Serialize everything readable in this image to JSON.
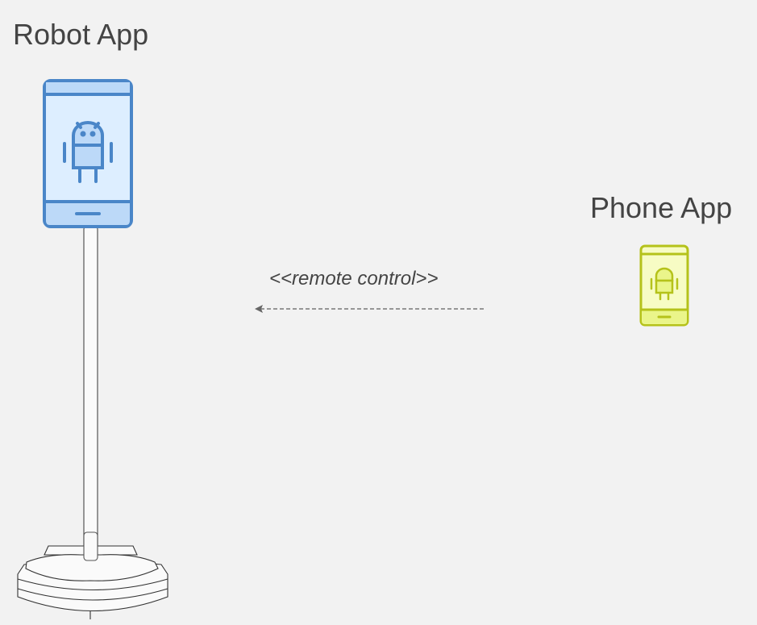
{
  "robot_app": {
    "title": "Robot App",
    "icon": "android-phone-icon",
    "color": "#4a86c8",
    "fill": "#ddeeff"
  },
  "phone_app": {
    "title": "Phone App",
    "icon": "android-phone-icon",
    "color": "#b5c21a",
    "fill": "#f7fcc4"
  },
  "connection": {
    "label": "<<remote control>>",
    "style": "dashed",
    "direction": "phone-to-robot"
  }
}
